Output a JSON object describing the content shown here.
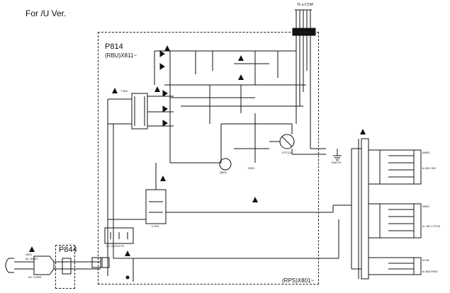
{
  "page": {
    "heading": "For /U Ver."
  },
  "boards": {
    "p814": {
      "name": "P814",
      "sub": "(RBU)X811~"
    },
    "p844": {
      "name": "P844"
    },
    "rps": {
      "name": "(RPS)X801~"
    }
  },
  "connectors": {
    "to_ucom": "To u-COM",
    "jack": "J903",
    "ac_inlet": "AC INLET",
    "ac_cord": "AC CORD",
    "earth": "EARTH"
  },
  "outputs": {
    "w803": "W803",
    "w807": "W807",
    "w808": "W 08",
    "to_801": "to 801 J83",
    "to_802": "to J80 1 PY03",
    "to_803": "to 803 P803"
  },
  "parts": {
    "ac_outlets": "AC OUTLETS",
    "transformer": "T 801",
    "u901": "U 901",
    "q802": "Q802",
    "ic_d1": "DTC114",
    "d": "D901"
  },
  "colors": {
    "ink": "#111111",
    "paper": "#ffffff"
  }
}
